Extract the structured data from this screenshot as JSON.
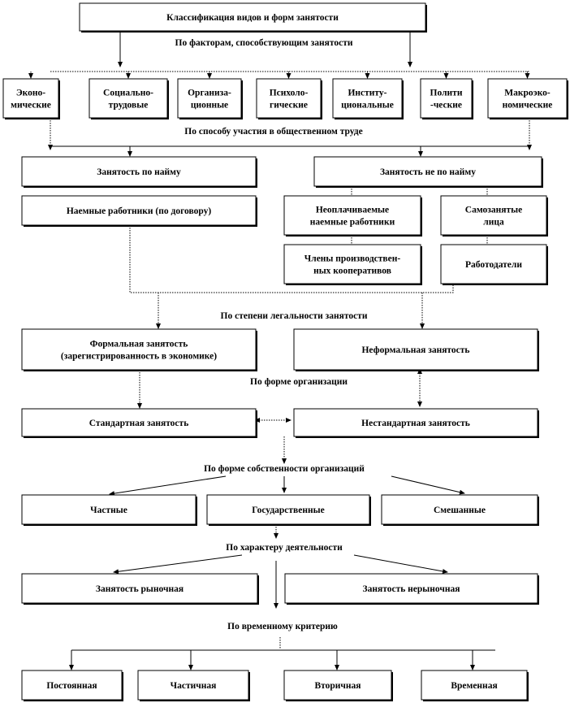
{
  "title": "Классификация видов и форм занятости",
  "sections": {
    "factors": "По факторам, способствующим занятости",
    "participation": "По способу участия в общественном труде",
    "legality": "По степени легальности занятости",
    "organization_form": "По форме организации",
    "ownership": "По форме собственности организаций",
    "activity": "По характеру деятельности",
    "time": "По временному критерию"
  },
  "factors": [
    [
      "Эконо-",
      "мические"
    ],
    [
      "Социально-",
      "трудовые"
    ],
    [
      "Организа-",
      "ционные"
    ],
    [
      "Психоло-",
      "гические"
    ],
    [
      "Институ-",
      "циональные"
    ],
    [
      "Полити",
      "-ческие"
    ],
    [
      "Макроэко-",
      "номические"
    ]
  ],
  "participation": {
    "hired": "Занятость по найму",
    "hired_workers": "Наемные работники (по договору)",
    "not_hired": "Занятость не по найму",
    "unpaid_workers": [
      "Неоплачиваемые",
      "наемные работники"
    ],
    "self_employed": [
      "Самозанятые",
      "лица"
    ],
    "coop_members": [
      "Члены производствен-",
      "ных кооперативов"
    ],
    "employers": "Работодатели"
  },
  "legality": {
    "formal": [
      "Формальная занятость",
      "(зарегистрированность в экономике)"
    ],
    "informal": "Неформальная занятость"
  },
  "organization_form": {
    "standard": "Стандартная занятость",
    "nonstandard": "Нестандартная занятость"
  },
  "ownership": [
    "Частные",
    "Государственные",
    "Смешанные"
  ],
  "activity": [
    "Занятость рыночная",
    "Занятость нерыночная"
  ],
  "time": [
    "Постоянная",
    "Частичная",
    "Вторичная",
    "Временная"
  ]
}
